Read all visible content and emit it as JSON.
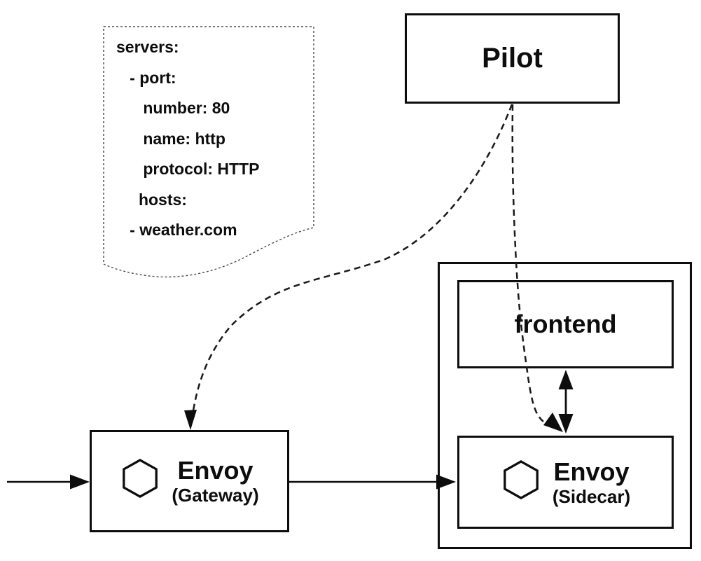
{
  "diagram": {
    "title_hint": "Istio Pilot configuring Envoy gateway and sidecar proxies",
    "colors": {
      "background": "#ffffff",
      "line": "#0d0d0d",
      "note_border": "#4a4a4a"
    },
    "note": {
      "text": "servers:\n   - port:\n      number: 80\n      name: http\n      protocol: HTTP\n     hosts:\n   - weather.com"
    },
    "pilot": {
      "label": "Pilot"
    },
    "frontend": {
      "label": "frontend"
    },
    "gateway": {
      "label": "Envoy",
      "sublabel": "(Gateway)",
      "icon": "hexagon-icon"
    },
    "sidecar": {
      "label": "Envoy",
      "sublabel": "(Sidecar)",
      "icon": "hexagon-icon"
    },
    "connectors": {
      "ingress_arrow": "traffic-in to Envoy (Gateway)",
      "gateway_to_sidecar_arrow": "Envoy (Gateway) to Envoy (Sidecar)",
      "frontend_sidecar_double_arrow": "frontend to Envoy (Sidecar), bidirectional",
      "pilot_to_gateway_dashed": "Pilot config push to Envoy (Gateway)",
      "pilot_to_sidecar_dashed": "Pilot config push to Envoy (Sidecar)"
    }
  }
}
